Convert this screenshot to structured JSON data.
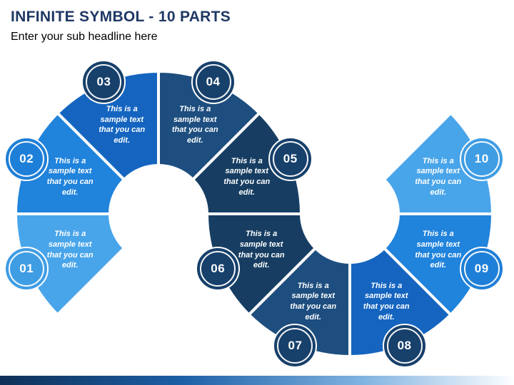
{
  "slide": {
    "title": "INFINITE SYMBOL - 10 PARTS",
    "subtitle": "Enter your sub headline here"
  },
  "theme": {
    "background": "#FFFFFF",
    "title_color": "#1F3864",
    "subtitle_color": "#000000",
    "wedge_text_color": "#FFFFFF",
    "footer_gradient": [
      "#0F3057",
      "#1C5FA5",
      "#7FB2E0",
      "#FDFEFF"
    ]
  },
  "diagram": {
    "sample_text": "This is a sample text that you can edit.",
    "segments": [
      {
        "number": "01",
        "loop": "left",
        "start_angle": 135,
        "end_angle": 180,
        "wedge_color": "#49A5EA",
        "badge_color": "#3F9DE4"
      },
      {
        "number": "02",
        "loop": "left",
        "start_angle": 180,
        "end_angle": 225,
        "wedge_color": "#2083DC",
        "badge_color": "#1E7FD8"
      },
      {
        "number": "03",
        "loop": "left",
        "start_angle": 225,
        "end_angle": 270,
        "wedge_color": "#1565C0",
        "badge_color": "#17406B"
      },
      {
        "number": "04",
        "loop": "left",
        "start_angle": 270,
        "end_angle": 315,
        "wedge_color": "#1D4E7F",
        "badge_color": "#17406B"
      },
      {
        "number": "05",
        "loop": "left",
        "start_angle": 315,
        "end_angle": 360,
        "wedge_color": "#173E62",
        "badge_color": "#17406B"
      },
      {
        "number": "06",
        "loop": "right",
        "start_angle": 135,
        "end_angle": 180,
        "wedge_color": "#173E62",
        "badge_color": "#17406B"
      },
      {
        "number": "07",
        "loop": "right",
        "start_angle": 90,
        "end_angle": 135,
        "wedge_color": "#1D4E7F",
        "badge_color": "#17406B"
      },
      {
        "number": "08",
        "loop": "right",
        "start_angle": 45,
        "end_angle": 90,
        "wedge_color": "#1565C0",
        "badge_color": "#17406B"
      },
      {
        "number": "09",
        "loop": "right",
        "start_angle": 0,
        "end_angle": 45,
        "wedge_color": "#2083DC",
        "badge_color": "#1E7FD8"
      },
      {
        "number": "10",
        "loop": "right",
        "start_angle": -45,
        "end_angle": 0,
        "wedge_color": "#49A5EA",
        "badge_color": "#3F9DE4"
      }
    ]
  }
}
